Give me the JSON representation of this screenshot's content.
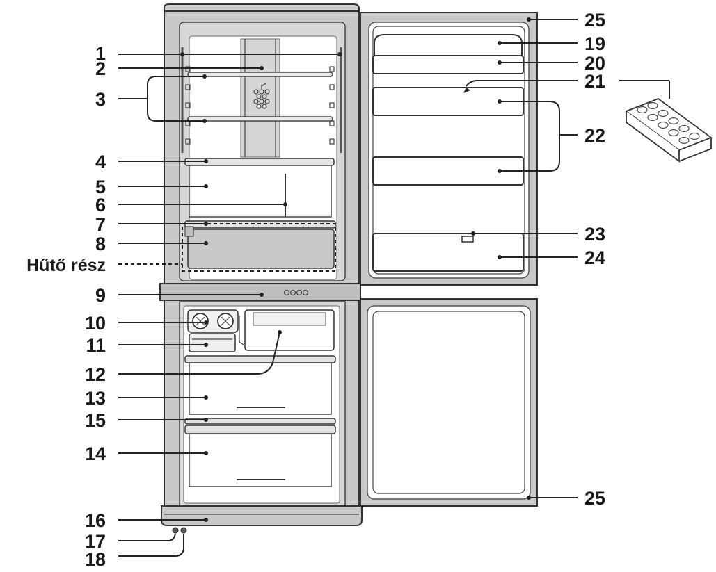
{
  "callouts": [
    {
      "id": "1",
      "text": "1"
    },
    {
      "id": "2",
      "text": "2"
    },
    {
      "id": "3",
      "text": "3"
    },
    {
      "id": "4",
      "text": "4"
    },
    {
      "id": "5",
      "text": "5"
    },
    {
      "id": "6",
      "text": "6"
    },
    {
      "id": "7",
      "text": "7"
    },
    {
      "id": "8",
      "text": "8"
    },
    {
      "id": "huto",
      "text": "Hűtő rész"
    },
    {
      "id": "9",
      "text": "9"
    },
    {
      "id": "10",
      "text": "10"
    },
    {
      "id": "11",
      "text": "11"
    },
    {
      "id": "12",
      "text": "12"
    },
    {
      "id": "13",
      "text": "13"
    },
    {
      "id": "15",
      "text": "15"
    },
    {
      "id": "14",
      "text": "14"
    },
    {
      "id": "16",
      "text": "16"
    },
    {
      "id": "17",
      "text": "17"
    },
    {
      "id": "18",
      "text": "18"
    },
    {
      "id": "25a",
      "text": "25"
    },
    {
      "id": "19",
      "text": "19"
    },
    {
      "id": "20",
      "text": "20"
    },
    {
      "id": "21",
      "text": "21"
    },
    {
      "id": "22",
      "text": "22"
    },
    {
      "id": "23",
      "text": "23"
    },
    {
      "id": "24",
      "text": "24"
    },
    {
      "id": "25b",
      "text": "25"
    }
  ],
  "colors": {
    "body_fill": "#c9c9c9",
    "interior_fill": "#ffffff",
    "drawer_fill": "#d4d4d4",
    "line": "#222222"
  }
}
